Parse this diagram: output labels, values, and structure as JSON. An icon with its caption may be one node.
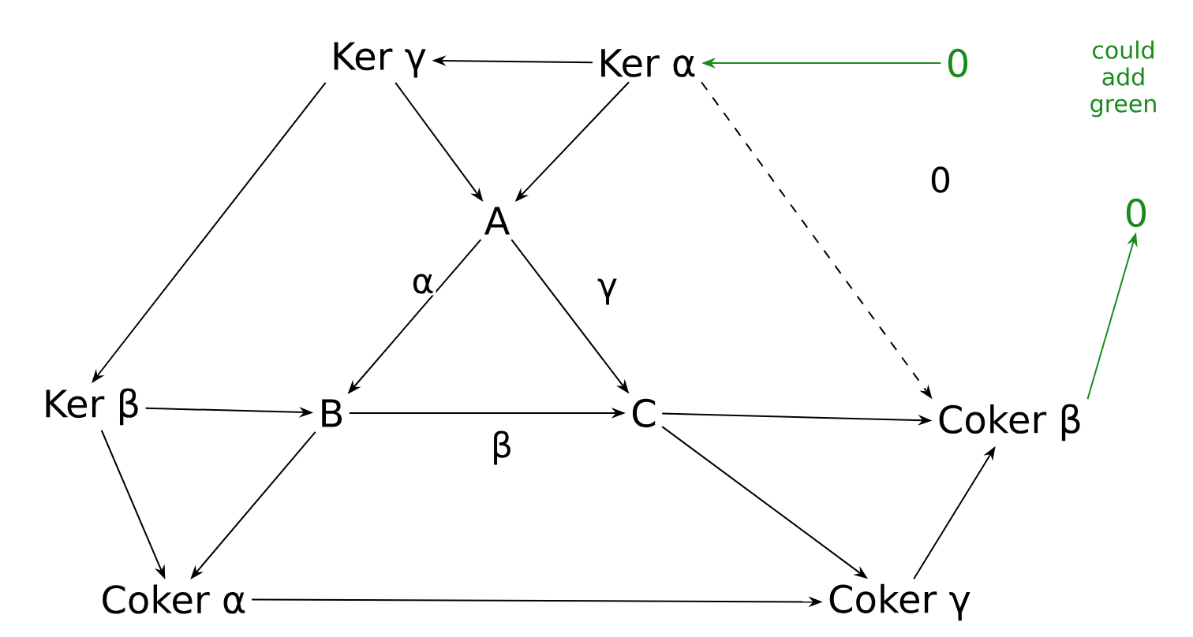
{
  "diagram": {
    "nodes": [
      {
        "text": [
          "Ker γ"
        ]
      },
      {
        "text": [
          "Ker α"
        ]
      },
      {
        "text": [
          "0"
        ]
      },
      {
        "text": [
          "A"
        ]
      },
      {
        "text": [
          "0"
        ]
      },
      {
        "text": [
          "Ker β"
        ]
      },
      {
        "text": [
          "B"
        ]
      },
      {
        "text": [
          "C"
        ]
      },
      {
        "text": [
          "Coker β"
        ]
      },
      {
        "text": [
          "Coker α"
        ]
      },
      {
        "text": [
          "Coker γ"
        ]
      }
    ],
    "edges": [
      {
        "from": 1,
        "to": 0,
        "arrow": "to"
      },
      {
        "from": 2,
        "to": 1,
        "arrow": "to",
        "color": "#1a8a1a"
      },
      {
        "from": 1,
        "to": 8,
        "arrow": "to",
        "style": "dashed",
        "label": "0"
      },
      {
        "from": 0,
        "to": 3,
        "arrow": "to"
      },
      {
        "from": 1,
        "to": 3,
        "arrow": "to"
      },
      {
        "from": 0,
        "to": 5,
        "arrow": "to"
      },
      {
        "from": 3,
        "to": 6,
        "arrow": "to",
        "label": "α"
      },
      {
        "from": 3,
        "to": 7,
        "arrow": "to",
        "label": "γ"
      },
      {
        "from": 5,
        "to": 6,
        "arrow": "to"
      },
      {
        "from": 6,
        "to": 7,
        "arrow": "to",
        "label": "β"
      },
      {
        "from": 7,
        "to": 8,
        "arrow": "to"
      },
      {
        "from": 5,
        "to": 9,
        "arrow": "to"
      },
      {
        "from": 6,
        "to": 9,
        "arrow": "to"
      },
      {
        "from": 7,
        "to": 10,
        "arrow": "to"
      },
      {
        "from": 10,
        "to": 8,
        "arrow": "to"
      },
      {
        "from": 9,
        "to": 10,
        "arrow": "to"
      },
      {
        "from": 8,
        "to": 4,
        "arrow": "to",
        "color": "#1a8a1a"
      }
    ],
    "labels": [
      "could add green"
    ]
  }
}
